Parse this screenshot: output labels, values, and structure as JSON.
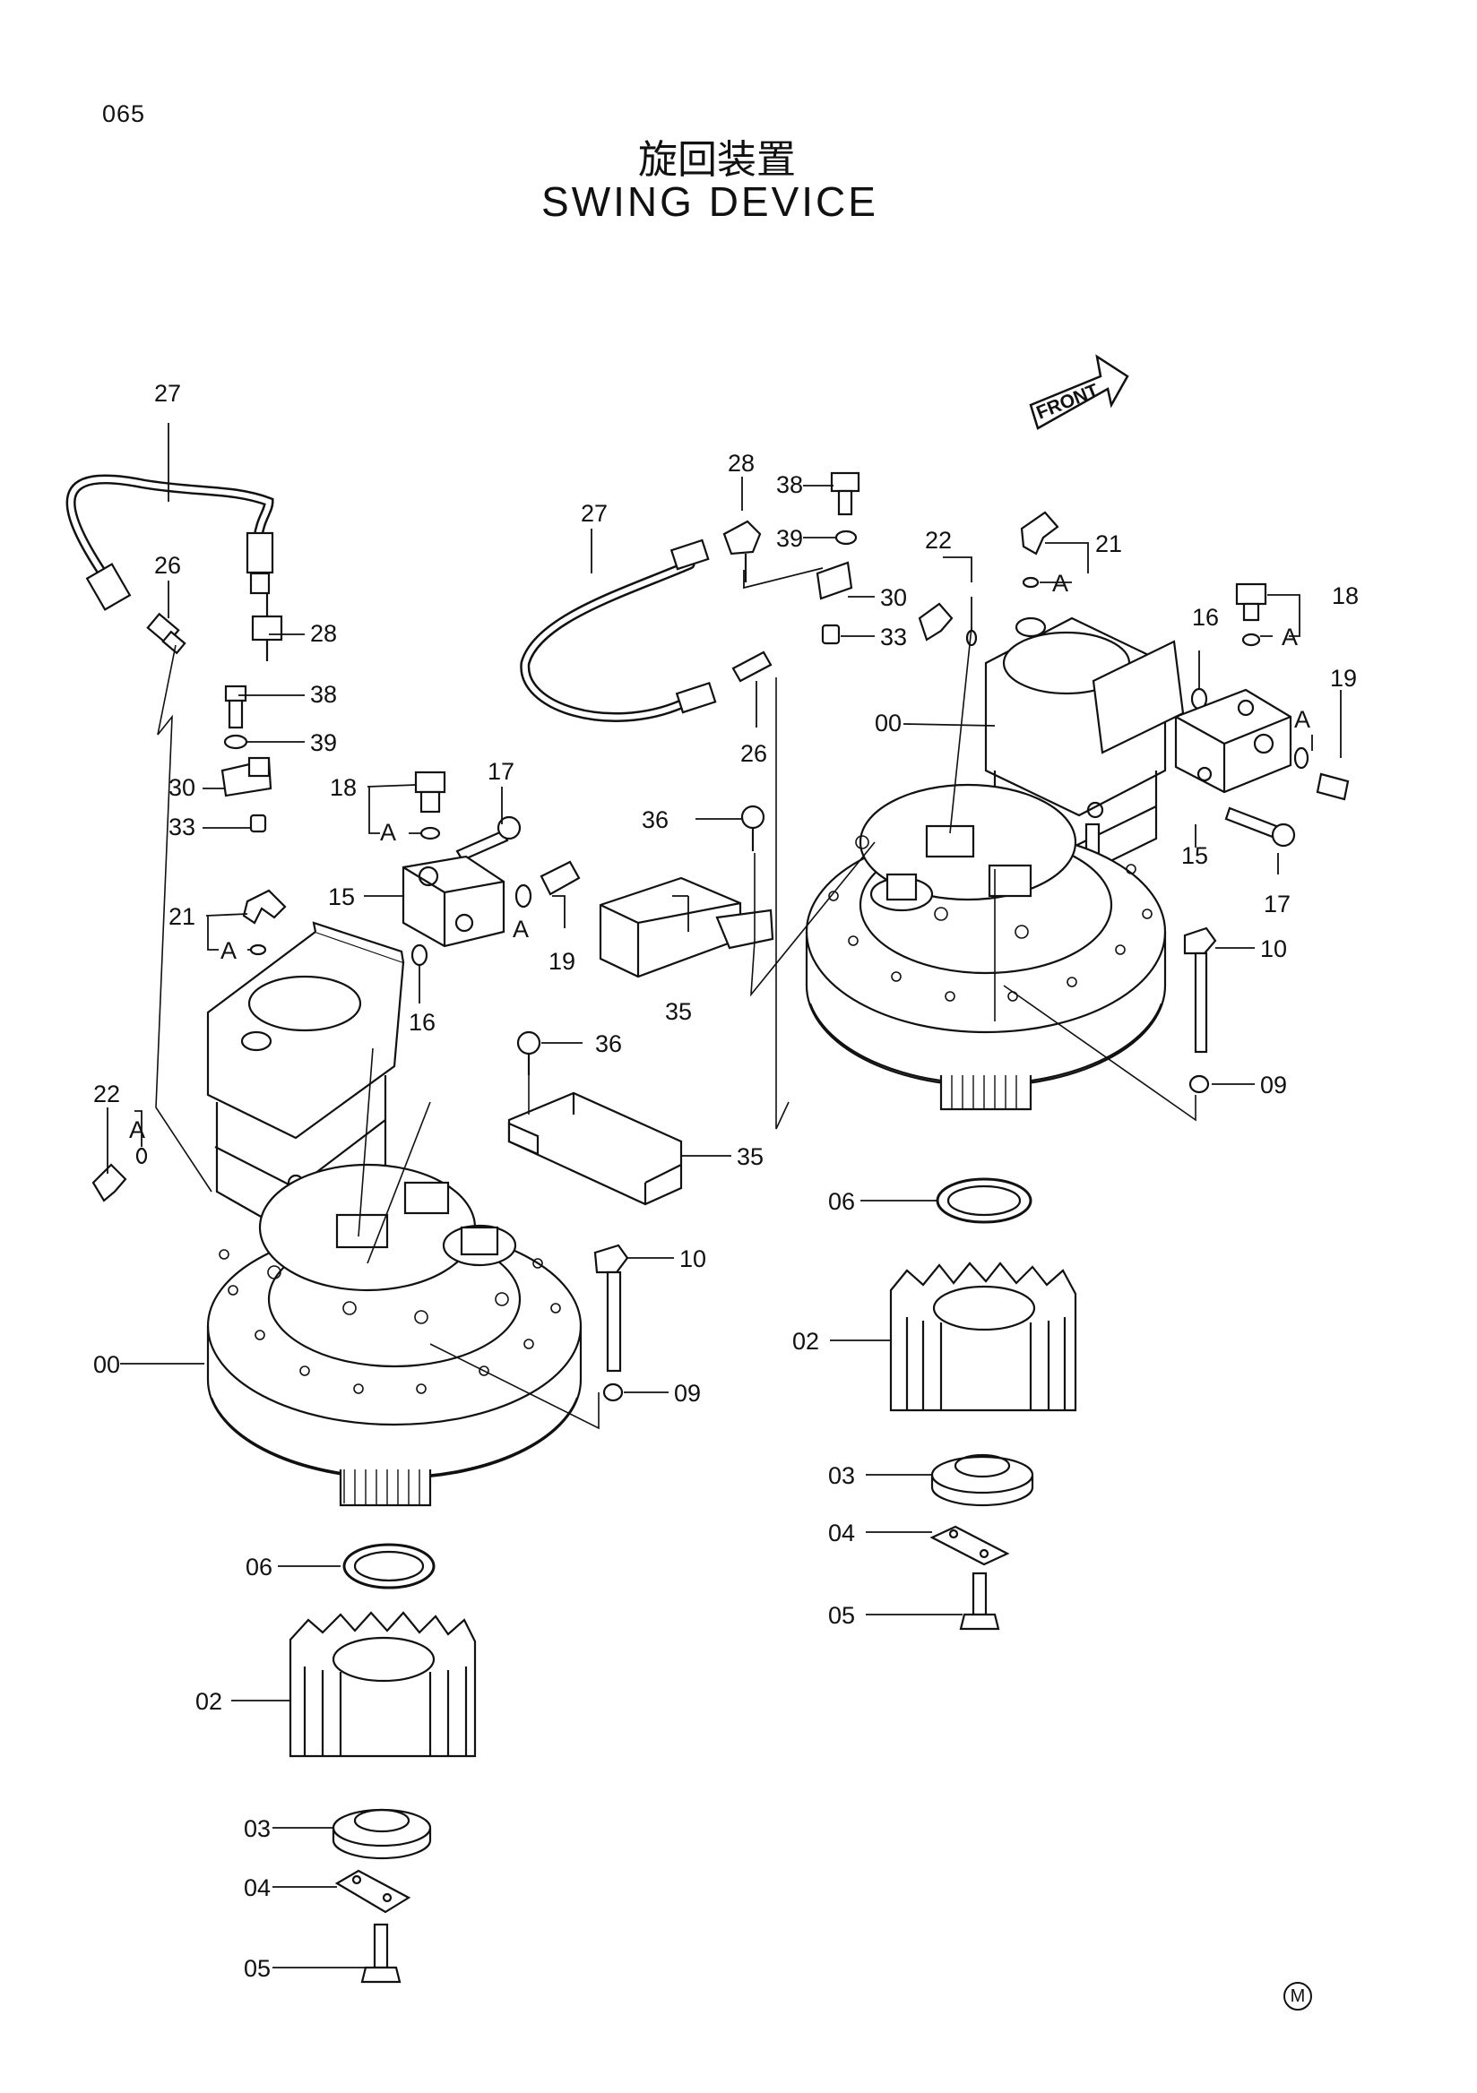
{
  "header": {
    "page_number": "065",
    "title_jp": "旋回装置",
    "title_en": "SWING DEVICE"
  },
  "front_arrow": {
    "label": "FRONT"
  },
  "labels_left": [
    "27",
    "26",
    "28",
    "38",
    "39",
    "30",
    "33",
    "18",
    "17",
    "A",
    "15",
    "21",
    "A",
    "19",
    "A",
    "16",
    "36",
    "22",
    "A",
    "35",
    "10",
    "00",
    "09",
    "06",
    "02",
    "03",
    "04",
    "05"
  ],
  "labels_right": [
    "28",
    "38",
    "27",
    "39",
    "22",
    "21",
    "A",
    "30",
    "33",
    "18",
    "16",
    "A",
    "26",
    "00",
    "19",
    "A",
    "36",
    "15",
    "17",
    "35",
    "10",
    "09",
    "06",
    "02",
    "03",
    "04",
    "05"
  ],
  "footer_mark": "M"
}
